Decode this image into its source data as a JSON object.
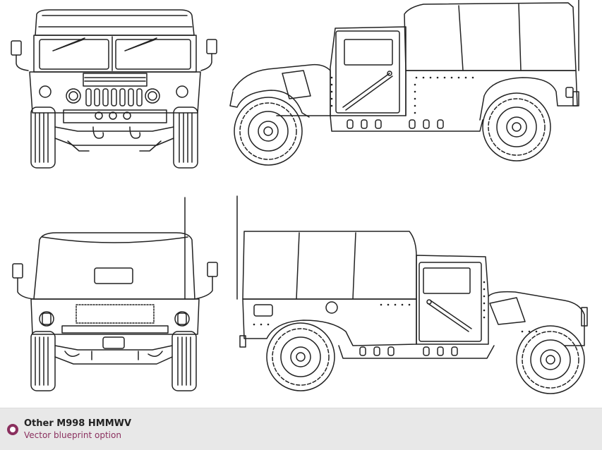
{
  "option": {
    "title": "Other M998 HMMWV",
    "subtitle": "Vector blueprint option",
    "accent_color": "#8a2f5e",
    "selected": true
  },
  "blueprint": {
    "views": [
      "front-view",
      "right-side-view",
      "rear-view",
      "left-side-view"
    ],
    "line_color": "#222222"
  }
}
